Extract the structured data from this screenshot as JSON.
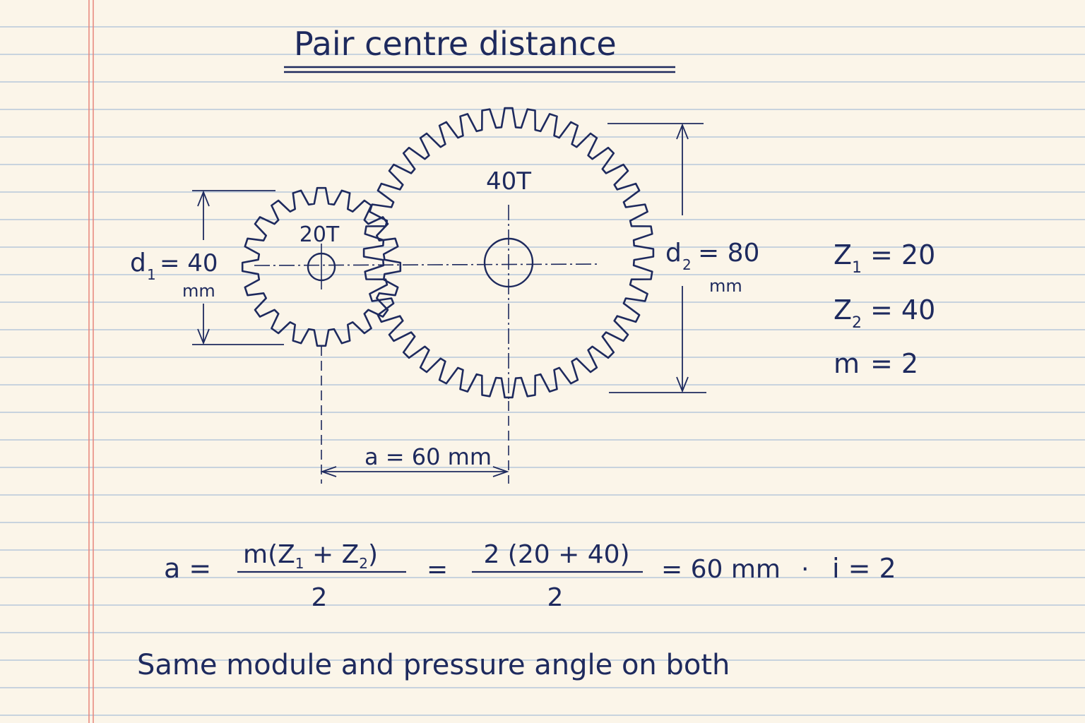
{
  "title": "Pair centre distance",
  "gears": {
    "small": {
      "label": "20T",
      "teeth": 20
    },
    "large": {
      "label": "40T",
      "teeth": 40
    }
  },
  "dimensions": {
    "d1_symbol": "d",
    "d1_sub": "1",
    "d1_value": "= 40",
    "d1_unit": "mm",
    "d2_symbol": "d",
    "d2_sub": "2",
    "d2_value": "= 80",
    "d2_unit": "mm",
    "centre_distance": "a = 60 mm"
  },
  "parameters": [
    {
      "symbol": "Z",
      "sub": "1",
      "value": "= 20"
    },
    {
      "symbol": "Z",
      "sub": "2",
      "value": "= 40"
    },
    {
      "symbol": "m",
      "sub": "",
      "value": "= 2"
    }
  ],
  "formula": {
    "lhs": "a =",
    "num1_a": "m(Z",
    "num1_s1": "1",
    "num1_b": " + Z",
    "num1_s2": "2",
    "num1_c": ")",
    "den1": "2",
    "eq1": "=",
    "num2": "2 (20 + 40)",
    "den2": "2",
    "result": "= 60 mm",
    "dot": "·",
    "ratio": "i = 2"
  },
  "note": "Same module and pressure angle on both",
  "colors": {
    "paper": "#fbf5e9",
    "rule": "#a9bfd8",
    "margin": "#e8857a",
    "ink": "#1e2a5e"
  }
}
